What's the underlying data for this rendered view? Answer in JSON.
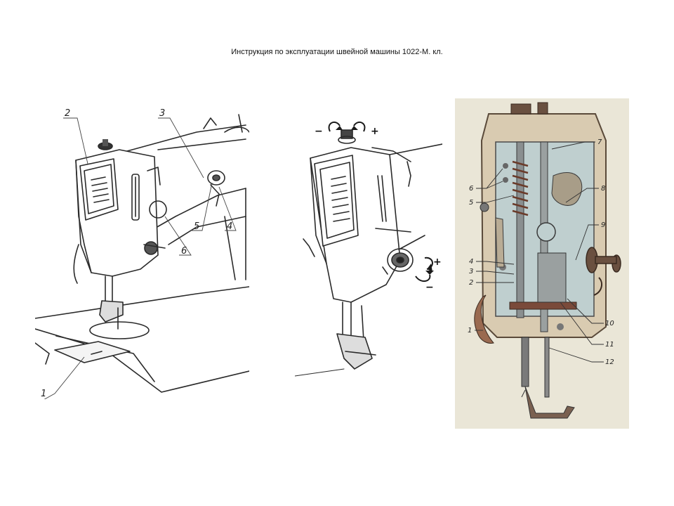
{
  "title": "Инструкция по эксплуатации швейной машины 1022-М. кл.",
  "figures": {
    "fig1": {
      "labels": [
        "2",
        "3",
        "5",
        "4",
        "6",
        "1"
      ]
    },
    "fig2": {
      "symbols": {
        "minus_top": "−",
        "plus_top": "+",
        "plus_right": "+",
        "minus_right": "−"
      }
    },
    "fig3": {
      "labels": [
        "7",
        "6",
        "8",
        "5",
        "9",
        "4",
        "3",
        "2",
        "10",
        "1",
        "11",
        "12"
      ]
    }
  }
}
